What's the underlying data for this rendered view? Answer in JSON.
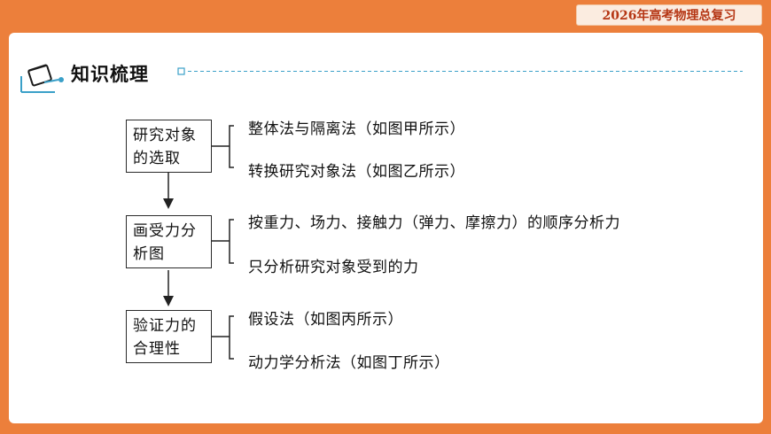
{
  "header": {
    "badge": "2026年高考物理总复习"
  },
  "section": {
    "title": "知识梳理"
  },
  "colors": {
    "accent_orange": "#ec7f3b",
    "badge_text": "#b53614",
    "rule_blue": "#3aa0c8"
  },
  "flow": [
    {
      "box": [
        "研究对象",
        "的选取"
      ],
      "branches": [
        "整体法与隔离法（如图甲所示）",
        "转换研究对象法（如图乙所示）"
      ]
    },
    {
      "box": [
        "画受力分",
        "析图"
      ],
      "branches": [
        "按重力、场力、接触力（弹力、摩擦力）的顺序分析力",
        "只分析研究对象受到的力"
      ]
    },
    {
      "box": [
        "验证力的",
        "合理性"
      ],
      "branches": [
        "假设法（如图丙所示）",
        "动力学分析法（如图丁所示）"
      ]
    }
  ]
}
